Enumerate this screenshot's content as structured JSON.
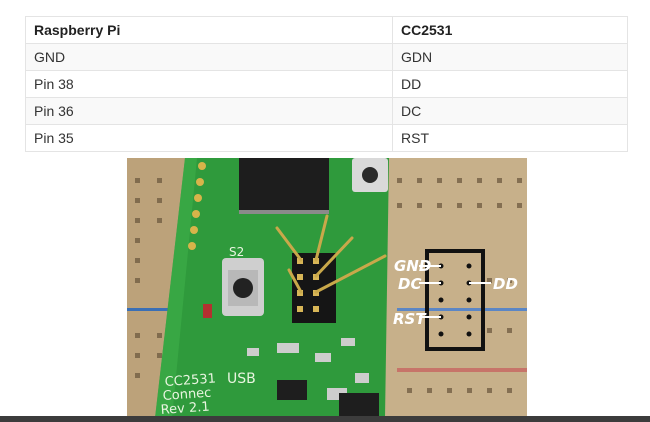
{
  "table": {
    "headers": [
      "Raspberry Pi",
      "CC2531"
    ],
    "rows": [
      [
        "GND",
        "GDN"
      ],
      [
        "Pin 38",
        "DD"
      ],
      [
        "Pin 36",
        "DC"
      ],
      [
        "Pin 35",
        "RST"
      ]
    ]
  },
  "photo": {
    "diagram_labels": {
      "gnd": "GND",
      "dc": "DC",
      "rst": "RST",
      "dd": "DD"
    },
    "board_silkscreen": {
      "usb": "USB",
      "s2": "S2",
      "board_name": "CC2531",
      "connector": "Connec",
      "revision": "Rev 2.1"
    }
  },
  "colors": {
    "pcb_green": "#2f9a3c",
    "breadboard": "#c3ab84",
    "diagram_box": "#111111"
  }
}
